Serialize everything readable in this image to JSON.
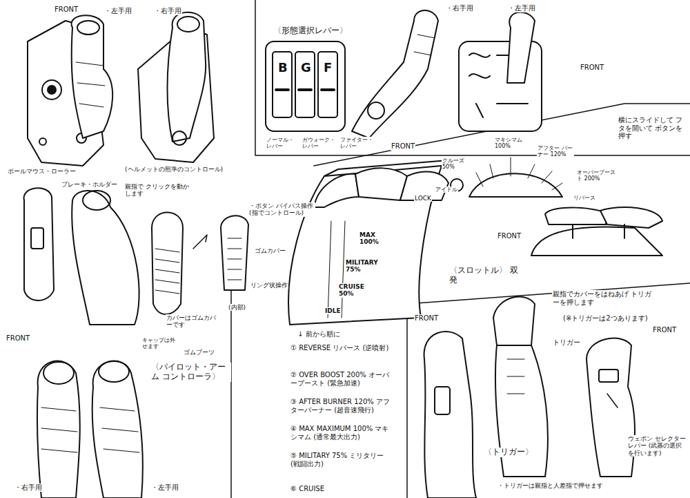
{
  "diagram": {
    "labels": [
      "FRONT",
      "・左手用",
      "・右手用",
      "〈形態選択レバー〉",
      "B",
      "G",
      "F",
      "ノーマル・レバー",
      "ガウォーク・レバー",
      "ファイター・レバー",
      "・右手用",
      "・左手用",
      "横にスライドして フタを開いて ボタンを押す",
      "FRONT",
      "FRONT",
      "FRONT",
      "ボールマウス・ローラー",
      "(ヘルメットの照準のコントロール)",
      "ブレーキ・ホルダー",
      "親指で クリックを動かします",
      "・ボタン バイパス操作 (指でコントロール)",
      "ゴムカバー",
      "リング状操作",
      "(内部)",
      "カバーはゴムカバーです",
      "ゴムブーツ",
      "キャップは外せます",
      "〈パイロット・アーム コントローラ〉",
      "FRONT",
      "・右手用",
      "・左手用",
      "LOCK",
      "MAX 100%",
      "MILITARY 75%",
      "CRUISE 50%",
      "IDLE",
      "〈スロットル〉 双発",
      "マキシマム 100%",
      "アフター バーナー 120%",
      "オーバーブースト 200%",
      "クルーズ 50%",
      "アイドル",
      "リバース",
      "↓ 前から順に",
      "① REVERSE リバース (逆噴射)",
      "② OVER BOOST 200% オーバーブースト (緊急加速)",
      "③ AFTER BURNER 120% アフターバーナー (超音速飛行)",
      "④ MAX MAXIMUM 100% マキシマム (通常最大出力)",
      "⑤ MILITARY 75% ミリタリー (戦闘出力)",
      "⑥ CRUISE",
      "親指でカバーをはねあげ トリガーを押します",
      "(※トリガーは2つあります)",
      "トリガー",
      "FRONT",
      "FRONT",
      "〈トリガー〉",
      "ウェポン セレクターレバー (武器の選択を行います)",
      "・トリガーは親指と人差指で押せます"
    ]
  }
}
